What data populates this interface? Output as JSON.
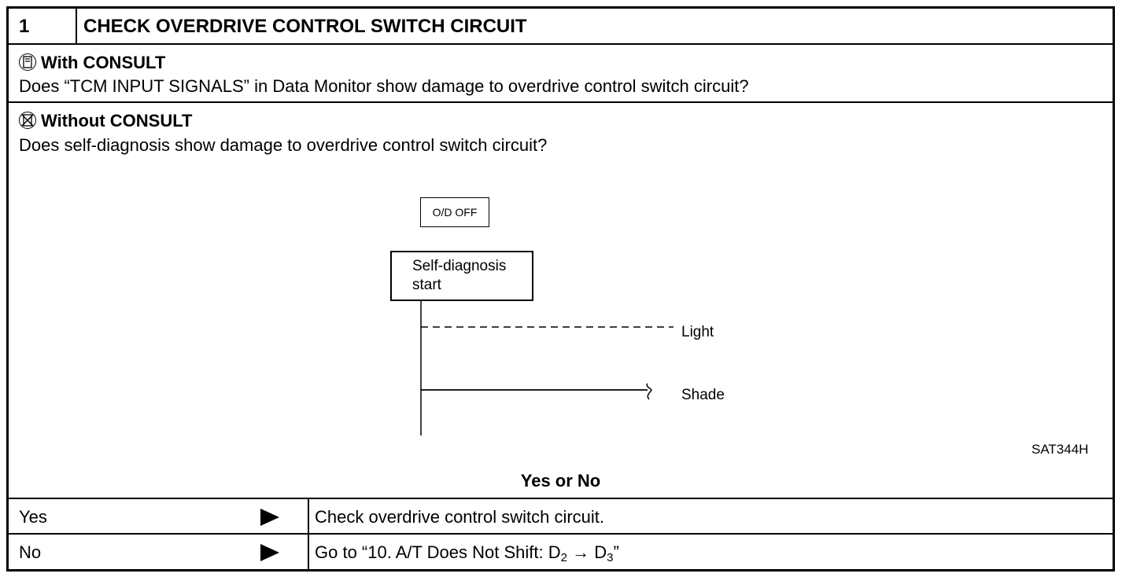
{
  "header": {
    "step": "1",
    "title": "CHECK OVERDRIVE CONTROL SWITCH CIRCUIT"
  },
  "consult": {
    "label": "With CONSULT",
    "question": "Does “TCM INPUT SIGNALS” in Data Monitor show damage to overdrive control switch circuit?"
  },
  "no_consult": {
    "label": "Without CONSULT",
    "question": "Does self-diagnosis show damage to overdrive control switch circuit?"
  },
  "diagram": {
    "od_off_label": "O/D OFF",
    "start_line1": "Self-diagnosis",
    "start_line2": "start",
    "light_label": "Light",
    "shade_label": "Shade",
    "figure_id": "SAT344H"
  },
  "question_footer": "Yes or No",
  "answers": {
    "yes": {
      "label": "Yes",
      "action": "Check overdrive control switch circuit."
    },
    "no": {
      "label": "No",
      "action_prefix": "Go to “10. A/T Does Not Shift: D",
      "sub1": "2",
      "arrow": " → D",
      "sub2": "3",
      "action_suffix": "”"
    }
  }
}
